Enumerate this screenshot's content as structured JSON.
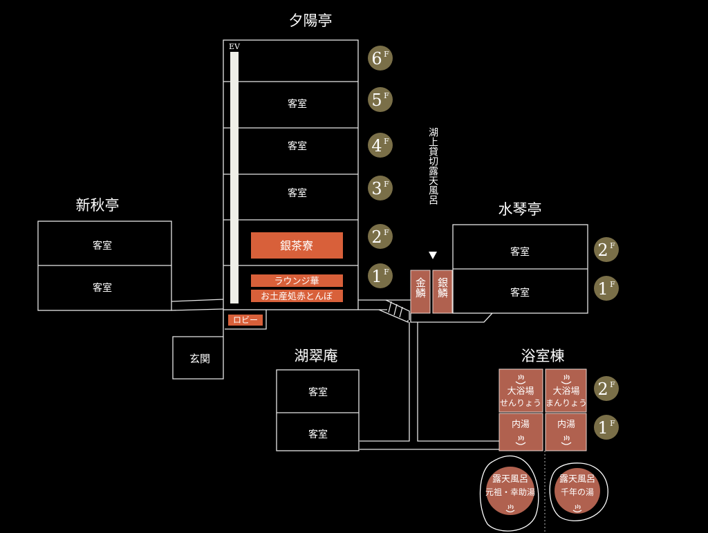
{
  "buildings": {
    "yuhitei": {
      "name": "夕陽亭",
      "ev": "EV"
    },
    "shinshutei": {
      "name": "新秋亭"
    },
    "suikintei": {
      "name": "水琴亭"
    },
    "kosuian": {
      "name": "湖翠庵"
    },
    "yokushitsutou": {
      "name": "浴室棟"
    }
  },
  "rooms": {
    "guest_room": "客室",
    "ginsaryo": "銀茶寮",
    "lounge": "ラウンジ華",
    "shop": "お土産処赤とんぼ",
    "lobby": "ロビー",
    "entrance": "玄関",
    "kinrin": "金鱗",
    "ginrin": "銀鱗",
    "private_bath": "湖上貸切露天風呂",
    "daiyokujo_senryo_1": "大浴場",
    "daiyokujo_senryo_2": "せんりょう",
    "daiyokujo_manryo_1": "大浴場",
    "daiyokujo_manryo_2": "まんりょう",
    "uchiyu": "内湯",
    "rotenburo": "露天風呂",
    "ganso_kosukeyu": "元祖・幸助湯",
    "sennen_no_yu": "千年の湯"
  },
  "floors": {
    "f6": {
      "num": "6",
      "f": "F"
    },
    "f5": {
      "num": "5",
      "f": "F"
    },
    "f4": {
      "num": "4",
      "f": "F"
    },
    "f3": {
      "num": "3",
      "f": "F"
    },
    "f2": {
      "num": "2",
      "f": "F"
    },
    "f1": {
      "num": "1",
      "f": "F"
    }
  },
  "colors": {
    "background": "#000000",
    "outline": "#e8e8e8",
    "facility_orange": "#d8603a",
    "bath_brown": "#b0614f",
    "floor_badge": "#7a6f48"
  },
  "icons": {
    "hot_spring": "hot-spring-icon",
    "arrow_down": "arrow-down-icon"
  }
}
